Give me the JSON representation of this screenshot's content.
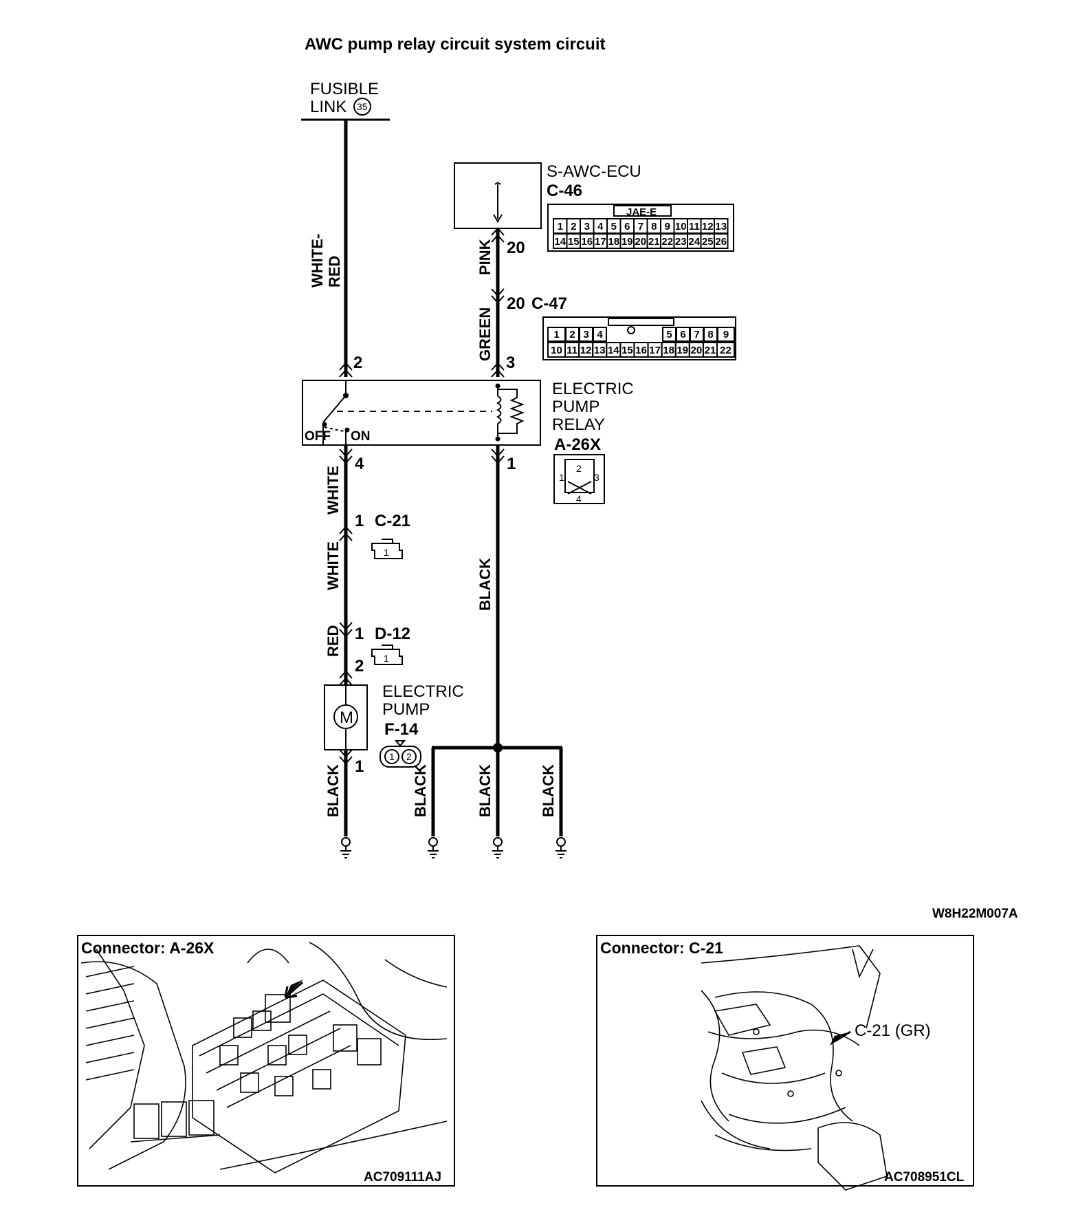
{
  "title": "AWC pump relay circuit system circuit",
  "fusible_link": {
    "line1": "FUSIBLE",
    "line2": "LINK",
    "number": "35"
  },
  "ecu": {
    "name": "S-AWC-ECU",
    "connector": "C-46",
    "connector_type": "JAE-E",
    "pins_row1": [
      "1",
      "2",
      "3",
      "4",
      "5",
      "6",
      "7",
      "8",
      "9",
      "10",
      "11",
      "12",
      "13"
    ],
    "pins_row2": [
      "14",
      "15",
      "16",
      "17",
      "18",
      "19",
      "20",
      "21",
      "22",
      "23",
      "24",
      "25",
      "26"
    ]
  },
  "connector_c47": {
    "id": "C-47",
    "pins_row1": [
      "1",
      "2",
      "3",
      "4",
      "5",
      "6",
      "7",
      "8",
      "9"
    ],
    "pins_row2": [
      "10",
      "11",
      "12",
      "13",
      "14",
      "15",
      "16",
      "17",
      "18",
      "19",
      "20",
      "21",
      "22"
    ]
  },
  "relay": {
    "line1": "ELECTRIC",
    "line2": "PUMP",
    "line3": "RELAY",
    "connector": "A-26X",
    "off_label": "OFF",
    "on_label": "ON",
    "pins": [
      "1",
      "2",
      "3",
      "4"
    ]
  },
  "pump": {
    "line1": "ELECTRIC",
    "line2": "PUMP",
    "connector": "F-14",
    "motor_symbol": "M",
    "pins": [
      "1",
      "2"
    ]
  },
  "connector_c21": {
    "id": "C-21",
    "pin": "1"
  },
  "connector_d12": {
    "id": "D-12",
    "pin": "1"
  },
  "wires": {
    "white_red_1": "WHITE-",
    "white_red_2": "RED",
    "pink": "PINK",
    "green": "GREEN",
    "white_a": "WHITE",
    "white_b": "WHITE",
    "red": "RED",
    "black_center": "BLACK",
    "black_g1": "BLACK",
    "black_g2": "BLACK",
    "black_g3": "BLACK",
    "black_g4": "BLACK"
  },
  "pin_labels": {
    "ecu_20": "20",
    "c47_20": "20",
    "relay_2": "2",
    "relay_3": "3",
    "relay_4": "4",
    "relay_1": "1",
    "c21_1": "1",
    "d12_1": "1",
    "pump_2": "2",
    "pump_1": "1"
  },
  "figure_code": "W8H22M007A",
  "panels": [
    {
      "title": "Connector: A-26X",
      "code": "AC709111AJ"
    },
    {
      "title": "Connector: C-21",
      "code": "AC708951CL",
      "callout": "C-21 (GR)"
    }
  ]
}
